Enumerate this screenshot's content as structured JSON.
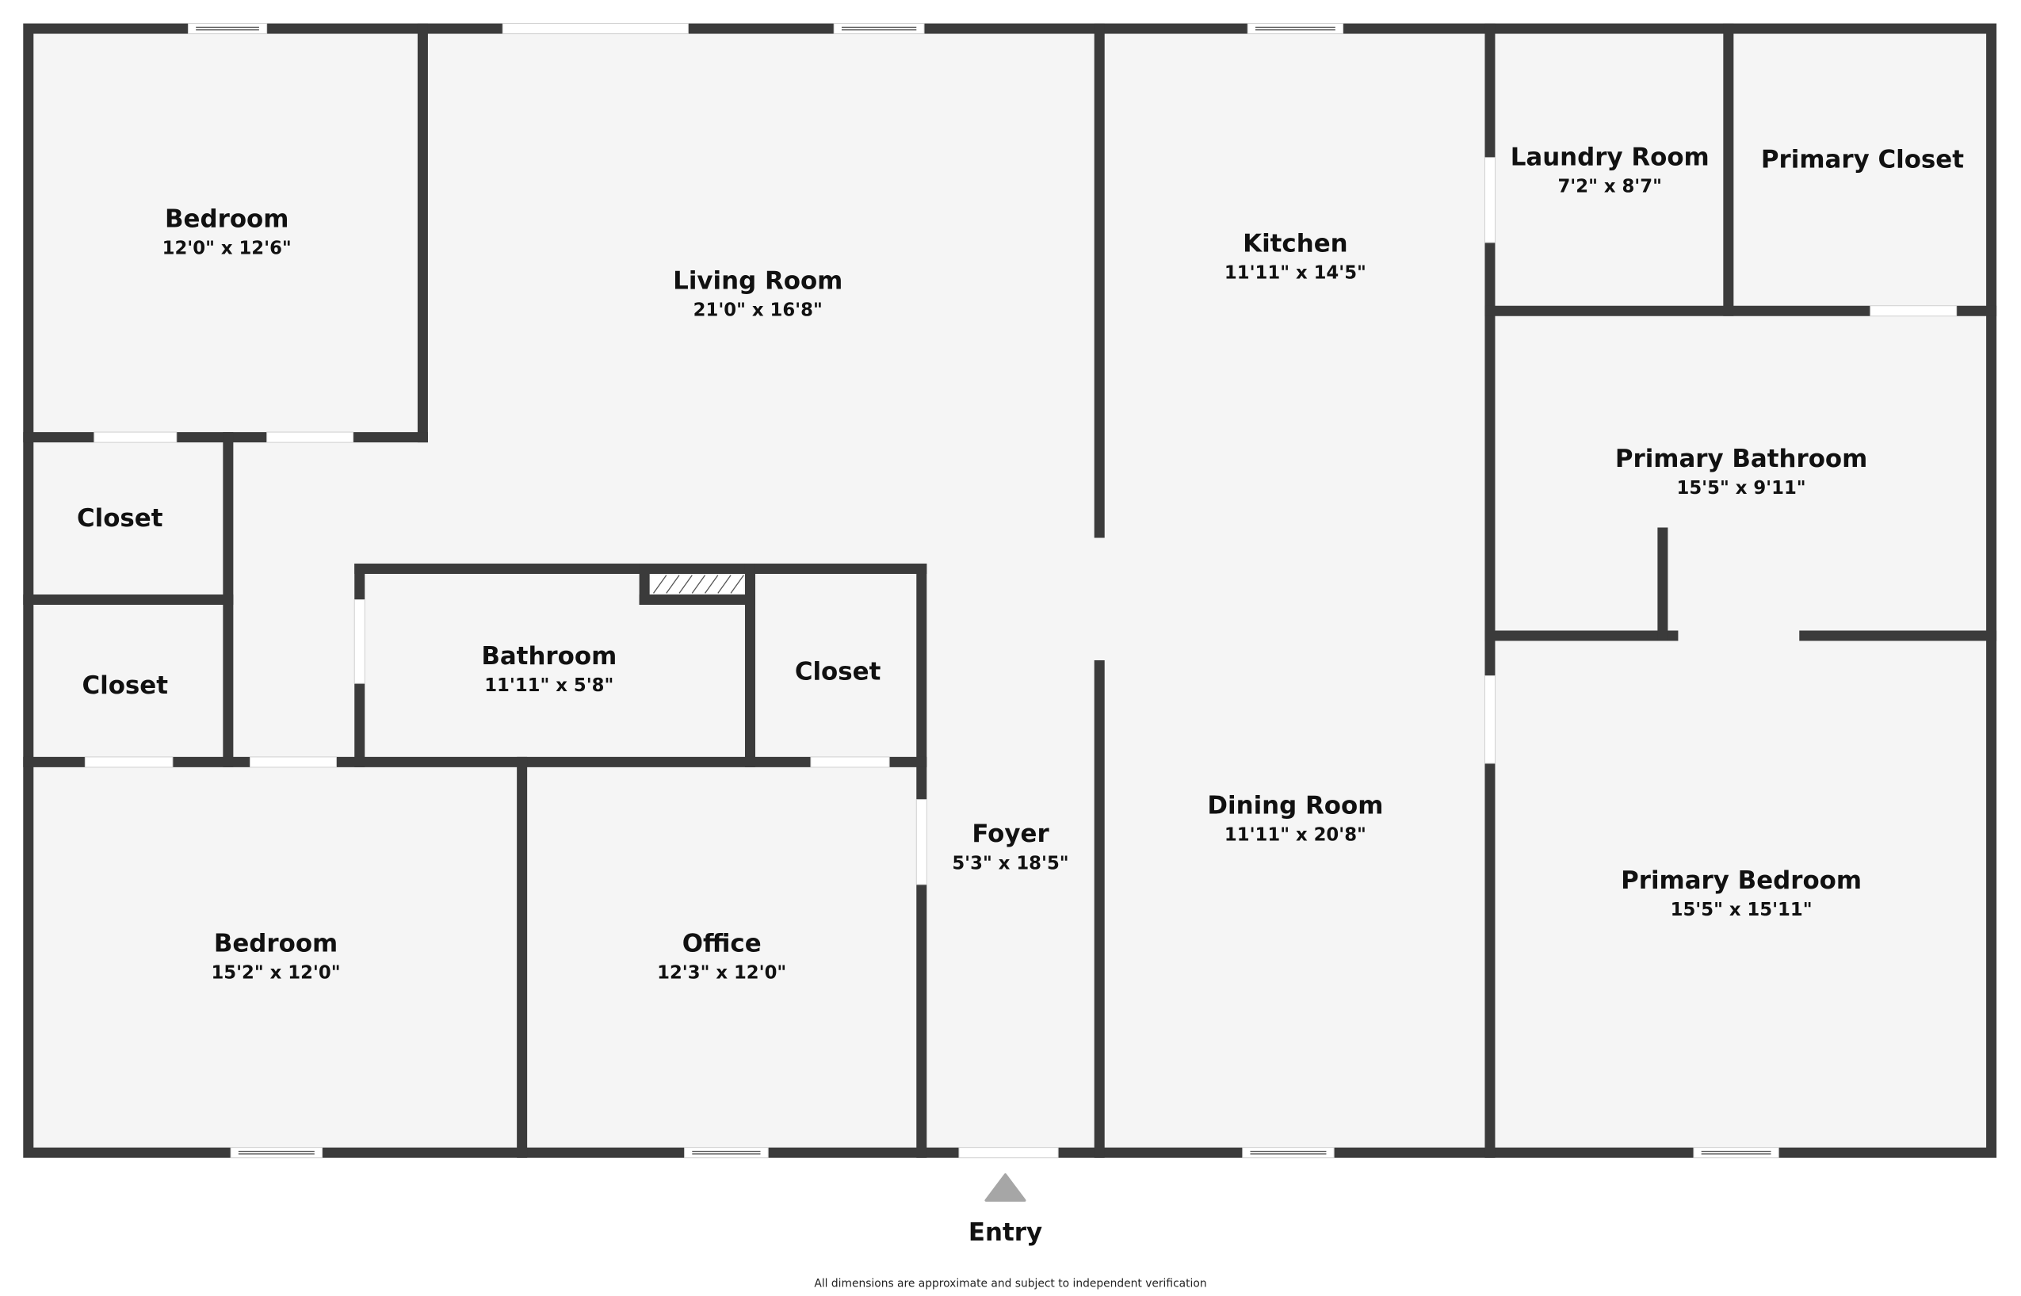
{
  "rooms": {
    "bedroom1": {
      "name": "Bedroom",
      "dims": "12'0\" x 12'6\""
    },
    "living": {
      "name": "Living Room",
      "dims": "21'0\" x 16'8\""
    },
    "kitchen": {
      "name": "Kitchen",
      "dims": "11'11\" x 14'5\""
    },
    "laundry": {
      "name": "Laundry Room",
      "dims": "7'2\" x 8'7\""
    },
    "primary_closet": {
      "name": "Primary Closet"
    },
    "primary_bath": {
      "name": "Primary Bathroom",
      "dims": "15'5\" x 9'11\""
    },
    "closet1": {
      "name": "Closet"
    },
    "closet2": {
      "name": "Closet"
    },
    "bathroom": {
      "name": "Bathroom",
      "dims": "11'11\" x 5'8\""
    },
    "closet3": {
      "name": "Closet"
    },
    "foyer": {
      "name": "Foyer",
      "dims": "5'3\" x 18'5\""
    },
    "dining": {
      "name": "Dining Room",
      "dims": "11'11\" x 20'8\""
    },
    "primary_bedroom": {
      "name": "Primary Bedroom",
      "dims": "15'5\" x 15'11\""
    },
    "bedroom2": {
      "name": "Bedroom",
      "dims": "15'2\" x 12'0\""
    },
    "office": {
      "name": "Office",
      "dims": "12'3\" x 12'0\""
    }
  },
  "entry": {
    "label": "Entry",
    "icon": "triangle-up-icon"
  },
  "disclaimer": "All dimensions are approximate and subject to independent verification",
  "colors": {
    "wall": "#3b3b3b",
    "floor": "#f5f5f5",
    "entry_arrow": "#a6a6a6"
  }
}
